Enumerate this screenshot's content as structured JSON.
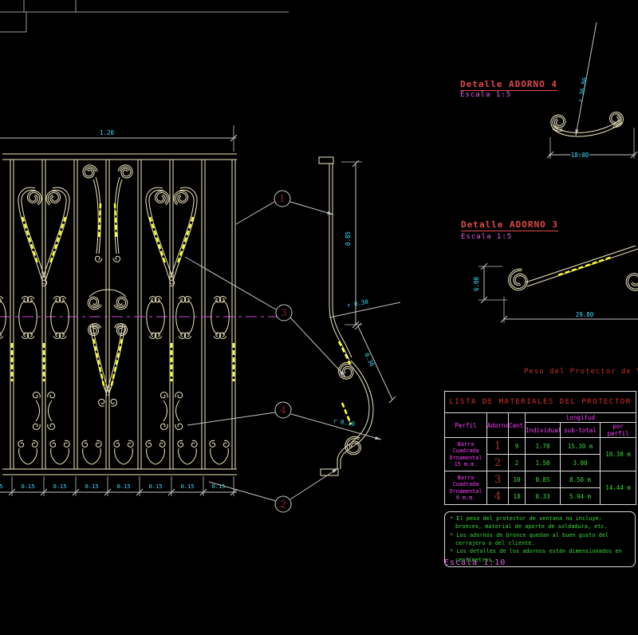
{
  "front_view": {
    "width_dim": "1.20",
    "spacing_dim": "0.15"
  },
  "profile": {
    "height_dim": "0.85",
    "belly_dim": "0.36",
    "bend_radius": "r 0.30",
    "scroll_radius": "r 0.10"
  },
  "callouts": {
    "c1": "1",
    "c2": "2",
    "c3": "3",
    "c4": "4"
  },
  "details": [
    {
      "title": "Detalle ADORNO 4",
      "scale": "Escala 1:5",
      "width_dim": "18.00",
      "radius_dim": "r 36.86"
    },
    {
      "title": "Detalle ADORNO 3",
      "scale": "Escala 1:5",
      "width_dim": "29.80",
      "height_dim": "6.00"
    }
  ],
  "weight_note": "Peso del Protector de V",
  "materials_table": {
    "title": "LISTA DE MATERIALES DEL PROTECTOR",
    "headers": {
      "perfil": "Perfil",
      "adorno": "Adorno",
      "cant": "Cant.",
      "longitud": "Longitud",
      "individual": "Individual",
      "subtotal": "sub-total",
      "porperfil": "por perfil"
    },
    "groups": [
      {
        "perfil": "Barra Cuadrada\nOrnamental\n15 m.m.",
        "por_perfil": "18.30 m",
        "rows": [
          {
            "adorno": "1",
            "cant": "9",
            "individual": "1.70",
            "subtotal": "15.30 m"
          },
          {
            "adorno": "2",
            "cant": "2",
            "individual": "1.50",
            "subtotal": "3.00"
          }
        ]
      },
      {
        "perfil": "Barra Cuadrada\nOrnamental\n9 m.m.",
        "por_perfil": "14.44 m",
        "rows": [
          {
            "adorno": "3",
            "cant": "10",
            "individual": "0.85",
            "subtotal": "8.50 m"
          },
          {
            "adorno": "4",
            "cant": "18",
            "individual": "0.33",
            "subtotal": "5.94 m"
          }
        ]
      }
    ]
  },
  "notes": [
    "* El peso del protector de ventana no incluye: bronces, material de aporte de soldadura, etc.",
    "* Los adornos de bronce quedan al buen gusto del cerrajero o del cliente.",
    "* Los detalles de los adornos están dimensionados en centímetros."
  ],
  "footer_scale": "Escala 1:10",
  "colors": {
    "ornament": "#EFE8C0",
    "twist": "#FFFF2E",
    "dim_text": "#35E0FF",
    "magenta": "#E060E0",
    "title_red": "#E04848",
    "table_red": "#DD2C2C",
    "green": "#3ADA3A",
    "callout_red": "#8B2424",
    "line": "#C4C4C4",
    "centerline": "#C94DD0"
  }
}
